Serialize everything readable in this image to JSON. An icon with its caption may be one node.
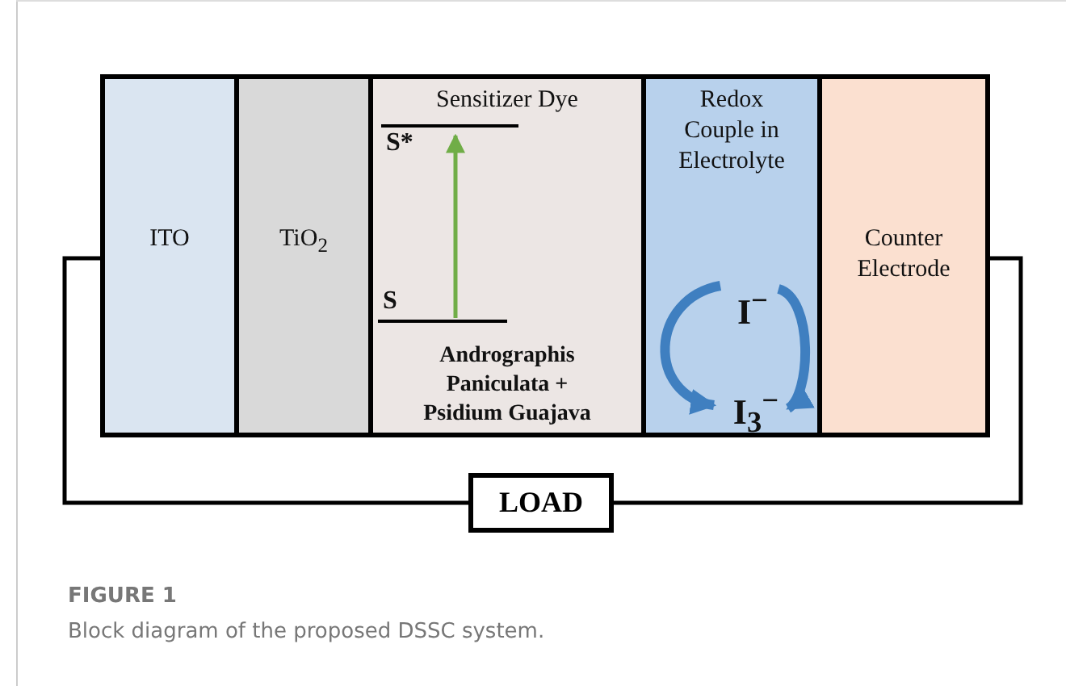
{
  "diagram": {
    "caption": "Block diagram of the proposed DSSC system.",
    "nodes": [
      {
        "text": [
          "ITO"
        ]
      },
      {
        "text": [
          "TiO$_{2}$"
        ]
      },
      {
        "text": [
          "Sensitizer Dye",
          "Andrographis Paniculata + Psidium Guajava"
        ]
      },
      {
        "text": [
          "S*"
        ],
        "in": 2
      },
      {
        "text": [
          "S"
        ],
        "in": 2
      },
      {
        "text": [
          "Redox Couple in Electrolyte"
        ]
      },
      {
        "text": [
          "I$^{−}$"
        ],
        "in": 5
      },
      {
        "text": [
          "I$_{3}$$^{−}$"
        ],
        "in": 5
      },
      {
        "text": [
          "Counter Electrode"
        ]
      },
      {
        "text": [
          "LOAD"
        ]
      }
    ],
    "edges": [
      {
        "from": 0,
        "to": 9,
        "arrow": "none"
      },
      {
        "from": 9,
        "to": 8,
        "arrow": "none"
      },
      {
        "from": 4,
        "to": 3,
        "arrow": "to",
        "color": "#70ad47"
      },
      {
        "from": 6,
        "to": 7,
        "arrow": "to",
        "style": "thick",
        "color": "#3f7fc0"
      },
      {
        "from": 6,
        "to": 7,
        "arrow": "to",
        "style": "thick",
        "color": "#3f7fc0"
      }
    ],
    "labels": [
      "FIGURE 1"
    ]
  }
}
